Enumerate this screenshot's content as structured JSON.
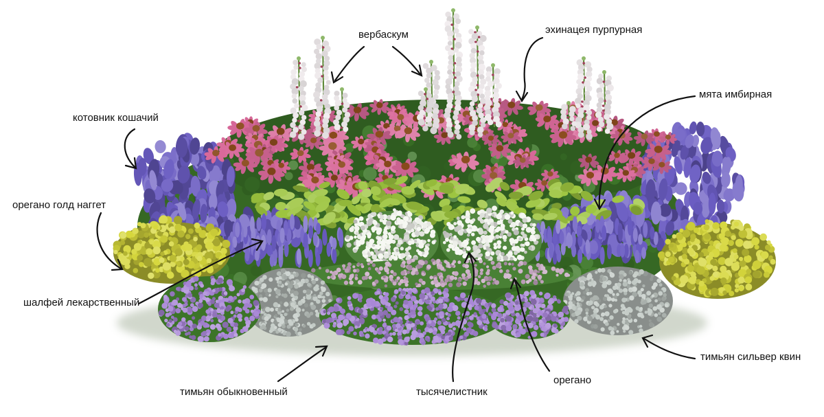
{
  "labels": {
    "verbascum": "вербаскум",
    "echinacea": "эхинацея пурпурная",
    "catmint": "котовник кошачий",
    "mint": "мята имбирная",
    "oregano_gold": "орегано голд наггет",
    "sage": "шалфей лекарственный",
    "thyme_silver": "тимьян сильвер квин",
    "thyme_common": "тимьян обыкновенный",
    "yarrow": "тысячелистник",
    "oregano": "орегано"
  },
  "colors": {
    "echinacea_petal": "#d9699a",
    "echinacea_center": "#8a4a1c",
    "verbascum_flower": "#f3eef0",
    "catmint": "#6a5cc2",
    "yarrow": "#f4f6f0",
    "mint_leaf": "#9cc43e",
    "oregano_gold": "#d6d73c",
    "thyme_silver": "#c3cbc6",
    "thyme_common": "#a886d6",
    "oregano": "#c9a9c4",
    "foliage": "#3f7a2a"
  }
}
